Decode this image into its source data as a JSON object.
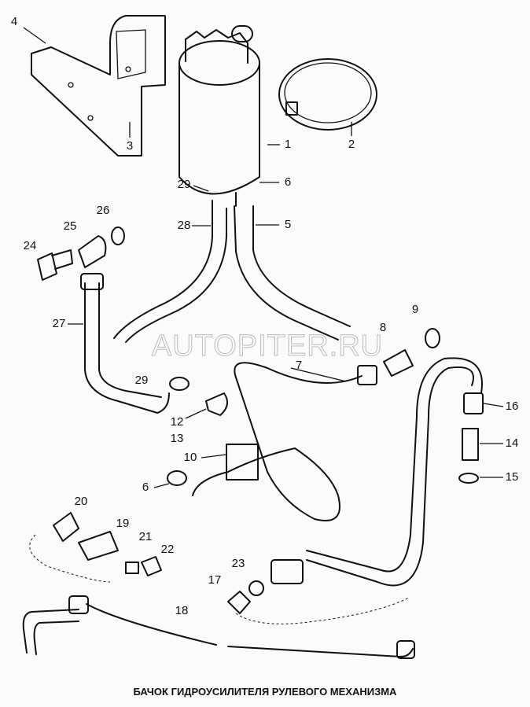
{
  "title": "БАЧОК ГИДРОУСИЛИТЕЛЯ РУЛЕВОГО МЕХАНИЗМА",
  "watermark": "AUTOPITER.RU",
  "callouts": {
    "c1": "1",
    "c2": "2",
    "c3": "3",
    "c4": "4",
    "c5": "5",
    "c6a": "6",
    "c6b": "6",
    "c7": "7",
    "c8": "8",
    "c9": "9",
    "c10": "10",
    "c12": "12",
    "c13": "13",
    "c14": "14",
    "c15": "15",
    "c16": "16",
    "c17": "17",
    "c18": "18",
    "c19": "19",
    "c20": "20",
    "c21": "21",
    "c22": "22",
    "c23": "23",
    "c24": "24",
    "c25": "25",
    "c26": "26",
    "c27": "27",
    "c28": "28",
    "c29a": "29",
    "c29b": "29"
  }
}
